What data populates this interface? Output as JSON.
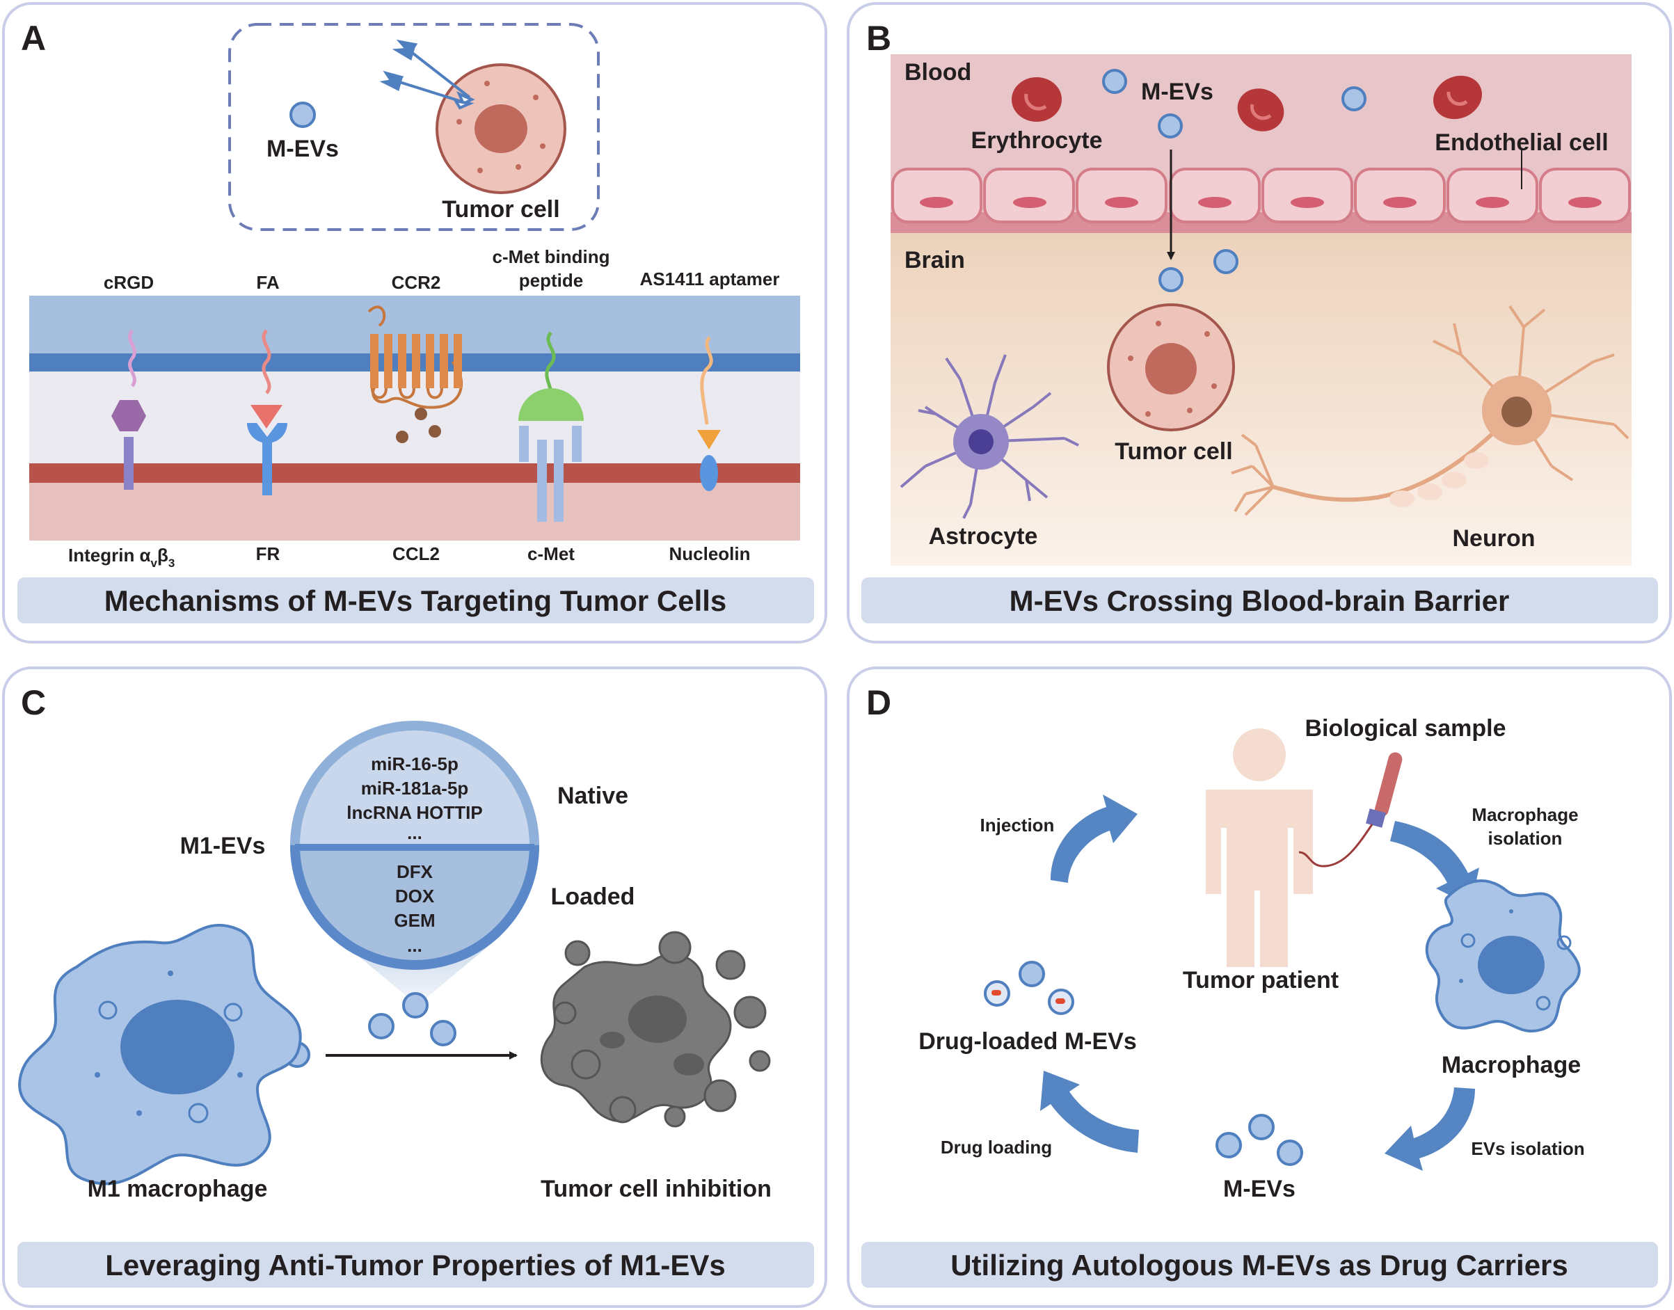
{
  "panels": {
    "a": {
      "letter": "A",
      "title": "Mechanisms of M-EVs Targeting Tumor Cells",
      "mevs_label": "M-EVs",
      "tumor_label": "Tumor cell",
      "ligands": [
        "cRGD",
        "FA",
        "CCR2",
        "c-Met binding",
        "peptide",
        "AS1411 aptamer"
      ],
      "receptors": {
        "integrin": "Integrin α",
        "integrin_sub_v": "v",
        "integrin_beta": "β",
        "integrin_sub_3": "3",
        "fr": "FR",
        "ccl2": "CCL2",
        "cmet": "c-Met",
        "nucleolin": "Nucleolin"
      }
    },
    "b": {
      "letter": "B",
      "title": "M-EVs Crossing Blood-brain Barrier",
      "blood": "Blood",
      "brain": "Brain",
      "mevs": "M-EVs",
      "erythrocyte": "Erythrocyte",
      "endothelial": "Endothelial cell",
      "tumor": "Tumor cell",
      "astrocyte": "Astrocyte",
      "neuron": "Neuron"
    },
    "c": {
      "letter": "C",
      "title": "Leveraging Anti-Tumor Properties of M1-EVs",
      "m1evs": "M1-EVs",
      "native": "Native",
      "loaded": "Loaded",
      "native_items": [
        "miR-16-5p",
        "miR-181a-5p",
        "lncRNA HOTTIP",
        "..."
      ],
      "loaded_items": [
        "DFX",
        "DOX",
        "GEM",
        "..."
      ],
      "macrophage": "M1 macrophage",
      "inhibition": "Tumor cell inhibition"
    },
    "d": {
      "letter": "D",
      "title": "Utilizing Autologous M-EVs as Drug Carriers",
      "sample": "Biological sample",
      "patient": "Tumor patient",
      "injection": "Injection",
      "mac_isolation_1": "Macrophage",
      "mac_isolation_2": "isolation",
      "macrophage": "Macrophage",
      "evs_isolation": "EVs isolation",
      "mevs": "M-EVs",
      "drug_loading": "Drug loading",
      "drug_loaded": "Drug-loaded M-EVs"
    }
  },
  "colors": {
    "panel_border": "#c9cde8",
    "title_bar": "#d2dcec",
    "ev": "#a9c4e6",
    "ev_stroke": "#4f7fbf",
    "tumor": "#edc3ba",
    "nucleus": "#c06a5e",
    "macrophage": "#a9c4e6",
    "arrow": "#5585c2",
    "blood": "#e8c5c8",
    "brain": "#efd8c3",
    "neuron": "#e3a783",
    "astrocyte": "#8678bb"
  }
}
